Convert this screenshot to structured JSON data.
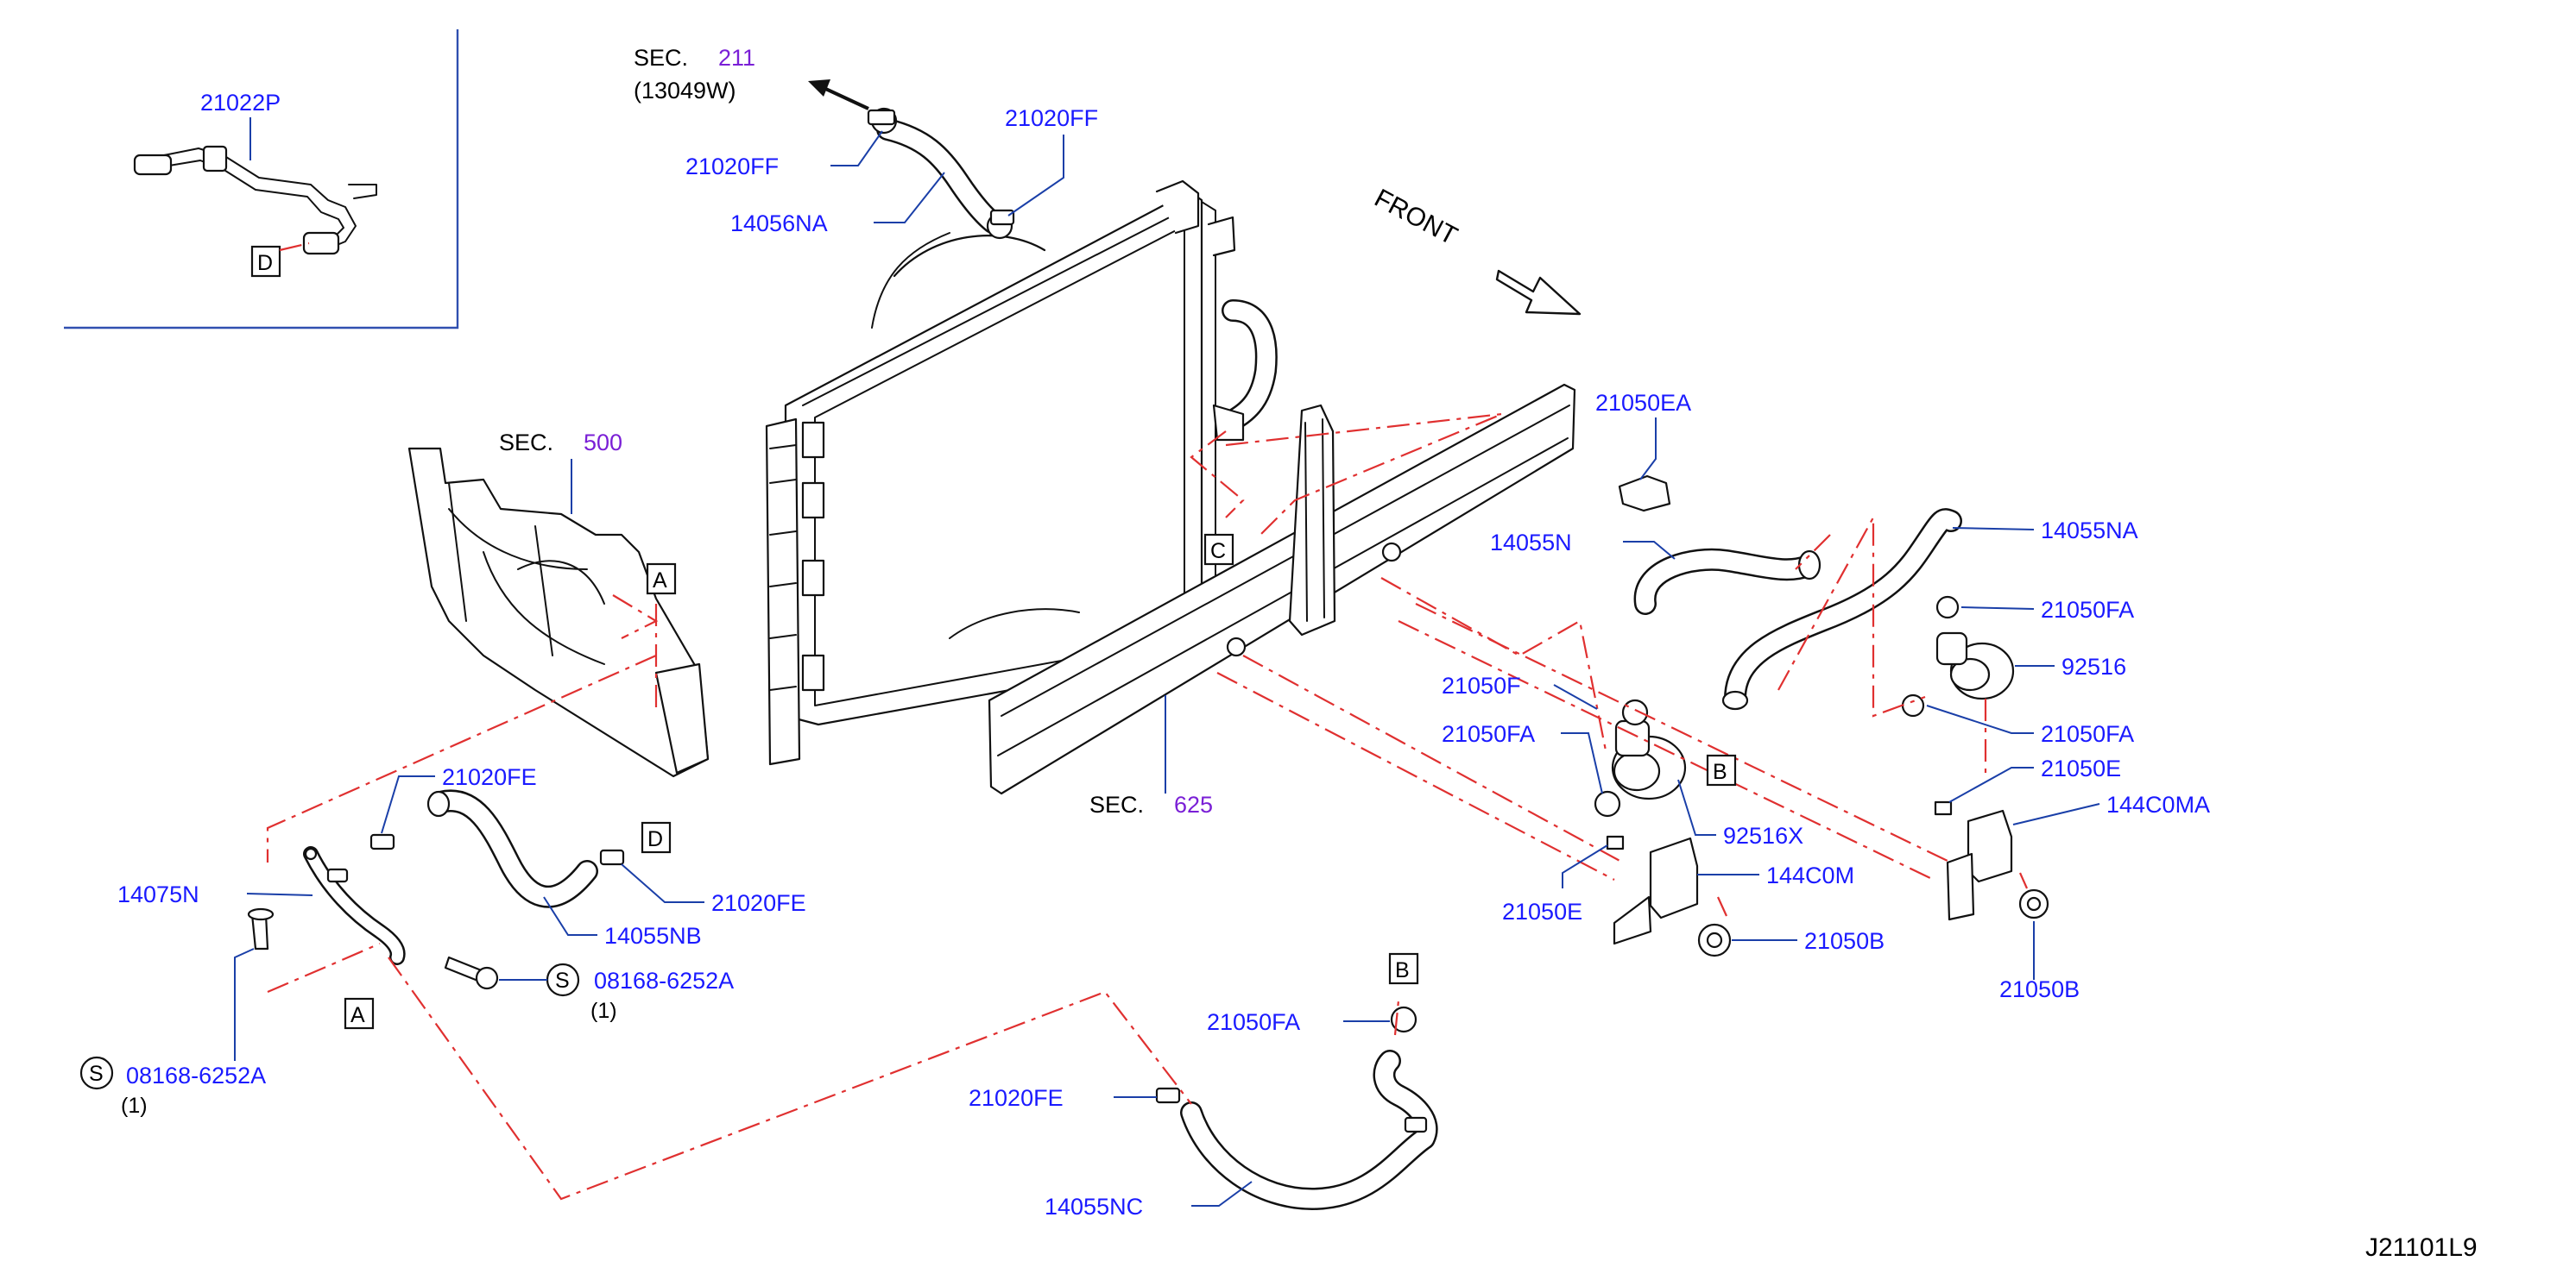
{
  "diagram_id": "J21101L9",
  "front_label": "FRONT",
  "sections": {
    "sec211": {
      "prefix": "SEC.",
      "number": "211",
      "note": "(13049W)"
    },
    "sec500": {
      "prefix": "SEC.",
      "number": "500"
    },
    "sec625": {
      "prefix": "SEC.",
      "number": "625"
    }
  },
  "ref_boxes": {
    "A": "A",
    "B": "B",
    "C": "C",
    "D": "D"
  },
  "bolt_symbol": "S",
  "parts": {
    "p21022P": "21022P",
    "p21020FF_top": "21020FF",
    "p21020FF_left": "21020FF",
    "p14056NA": "14056NA",
    "p21050EA": "21050EA",
    "p14055N": "14055N",
    "p14055NA": "14055NA",
    "p21050FA_right1": "21050FA",
    "p92516_right": "92516",
    "p21050FA_right2": "21050FA",
    "p21050E_right": "21050E",
    "p144C0MA": "144C0MA",
    "p21050B_right": "21050B",
    "p21050F_partial": "21050F",
    "p21050FA_mid": "21050FA",
    "p92516X": "92516X",
    "p144C0M": "144C0M",
    "p21050E_mid": "21050E",
    "p21050B_mid": "21050B",
    "p21020FE_top": "21020FE",
    "p14075N": "14075N",
    "p21020FE_right": "21020FE",
    "p14055NB": "14055NB",
    "p08168_right": "08168-6252A",
    "qty_right": "(1)",
    "p08168_left": "08168-6252A",
    "qty_left": "(1)",
    "p21050FA_low": "21050FA",
    "p21020FE_low": "21020FE",
    "p14055NC": "14055NC"
  }
}
